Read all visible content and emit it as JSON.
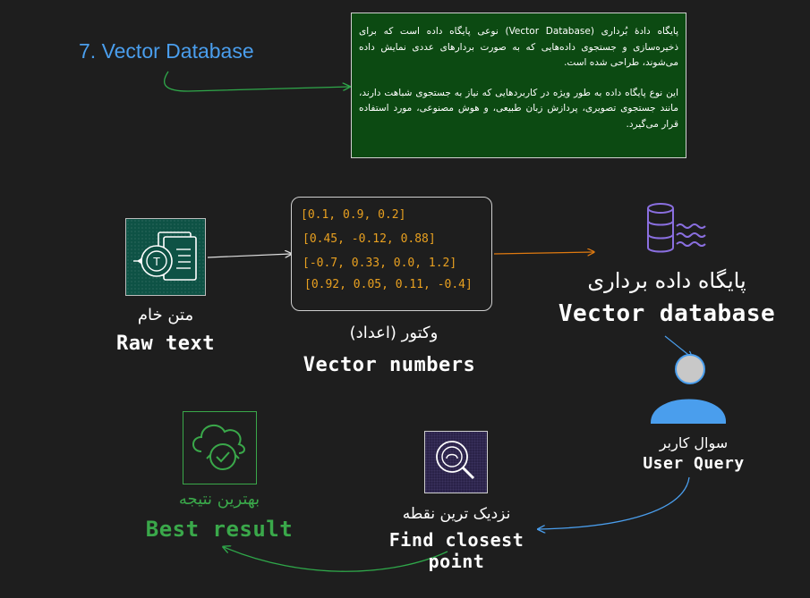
{
  "title": "7. Vector Database",
  "description": {
    "paragraph1": "پایگاه دادهٔ بُرداری (Vector Database) نوعی پایگاه داده است که برای ذخیره‌سازی و جستجوی داده‌هایی که به صورت بردارهای عددی نمایش داده می‌شوند، طراحی شده است.",
    "paragraph2": "این نوع پایگاه داده به طور ویژه در کاربردهایی که نیاز به جستجوی شباهت دارند، مانند جستجوی تصویری، پردازش زبان طبیعی، و هوش مصنوعی، مورد استفاده قرار می‌گیرد."
  },
  "raw_text": {
    "fa": "متن خام",
    "en": "Raw text"
  },
  "vectors": {
    "lines": [
      "[0.1, 0.9, 0.2]",
      "[0.45, -0.12, 0.88]",
      "[-0.7, 0.33, 0.0, 1.2]",
      "[0.92, 0.05, 0.11, -0.4]"
    ],
    "fa": "وکتور (اعداد)",
    "en": "Vector numbers"
  },
  "vector_db": {
    "fa": "پایگاه داده برداری",
    "en": "Vector database"
  },
  "user_query": {
    "fa": "سوال کاربر",
    "en": "User Query"
  },
  "closest": {
    "fa": "نزدیک ترین نقطه",
    "en": "Find closest point"
  },
  "best": {
    "fa": "بهترین نتیجه",
    "en": "Best result"
  },
  "colors": {
    "title_blue": "#4a9eed",
    "desc_bg": "#0c4a12",
    "vector_orange": "#e8a020",
    "best_green": "#3aa84a",
    "db_purple": "#8a6fe0",
    "user_blue": "#4a9eed"
  },
  "icons": {
    "raw": "document-transform-icon",
    "db": "database-icon",
    "user": "user-icon",
    "search": "search-icon",
    "best": "cloud-check-icon"
  }
}
